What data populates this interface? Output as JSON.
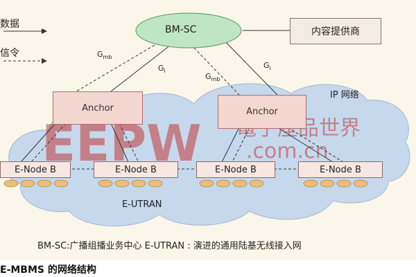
{
  "legend": {
    "data_label": "数据",
    "signal_label": "信令"
  },
  "bmsc": {
    "label": "BM-SC"
  },
  "content_provider": {
    "label": "内容提供商"
  },
  "ip_network": {
    "label": "IP 网络"
  },
  "anchors": [
    {
      "label": "Anchor"
    },
    {
      "label": "Anchor"
    }
  ],
  "enodes": [
    {
      "label": "E-Node B"
    },
    {
      "label": "E-Node B"
    },
    {
      "label": "E-Node B"
    },
    {
      "label": "E-Node B"
    }
  ],
  "eutran": {
    "label": "E-UTRAN"
  },
  "interfaces": {
    "gmb": "G",
    "gmb_sub": "mb",
    "gi": "G",
    "gi_sub": "i"
  },
  "watermark": {
    "text": "EEPW",
    "cn": "電子産品世界",
    "com": ".com.cn"
  },
  "footnote": {
    "text": "BM-SC:广播组播业务中心    E-UTRAN : 演进的通用陆基无线接入网"
  },
  "caption": {
    "text": "E-MBMS 的网络结构"
  },
  "colors": {
    "cloud": "#c6d8ec",
    "bmsc": "#bfe6c3",
    "anchor": "#f3d7d0",
    "antenna": "#e8c07a",
    "watermark": "#c23a3a"
  }
}
